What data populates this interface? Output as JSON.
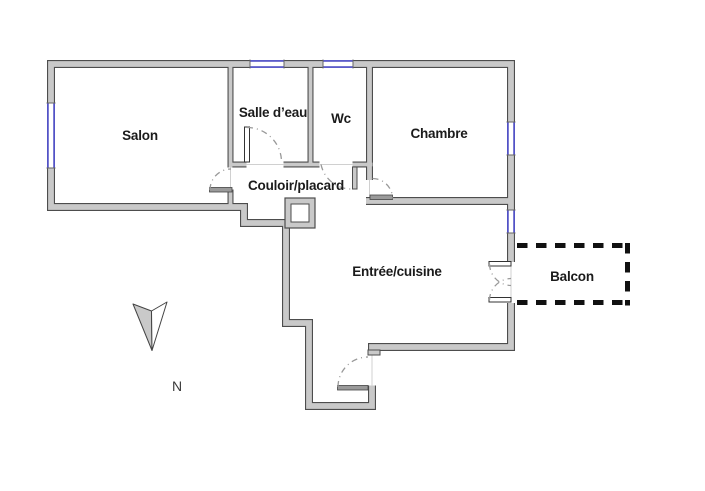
{
  "floor_plan": {
    "rooms": [
      {
        "id": "salon",
        "label": "Salon"
      },
      {
        "id": "salle_deau",
        "label": "Salle d’eau"
      },
      {
        "id": "wc",
        "label": "Wc"
      },
      {
        "id": "chambre",
        "label": "Chambre"
      },
      {
        "id": "couloir_placard",
        "label": "Couloir/placard"
      },
      {
        "id": "entree_cuisine",
        "label": "Entrée/cuisine"
      },
      {
        "id": "balcon",
        "label": "Balcon"
      }
    ],
    "compass": {
      "label": "N"
    },
    "colors": {
      "background": "#ffffff",
      "wall_fill": "#c9c9c9",
      "wall_outline": "#4d4d4d",
      "window_blue": "#2626b8",
      "door_arc_gray": "#999999",
      "balcony_dash_black": "#111111",
      "label_text": "#1b1b1b"
    }
  }
}
